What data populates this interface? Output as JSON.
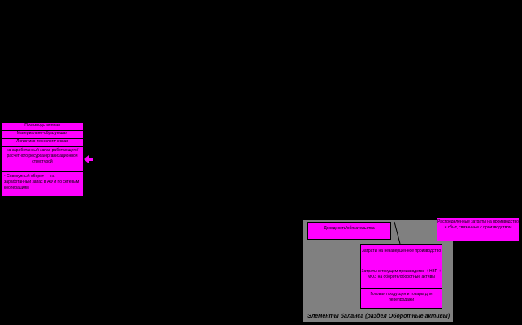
{
  "colors": {
    "background": "#000000",
    "box_fill": "#ff00ff",
    "panel_fill": "#808080",
    "arrow": "#ff00ff"
  },
  "left_stack": {
    "box1": "Производственная",
    "box2": "Материально-образующая",
    "box3": "Логистико-технологическая",
    "box4": "на заработанный запас работающего/расчетного ресурса/организационной структурой",
    "box5": "• Совокупный оборот — на заработанный запас в АФ и по сетевым кооперациям"
  },
  "arrow_icon": "arrow-left-icon",
  "gray_panel": {
    "top_box": "Доходность/обязательства",
    "stack": [
      "Затраты на незавершенное производство",
      "Затраты в текущем производстве + НЗП + МОЗ на обороте/оборотные активы",
      "Готовая продукция и товары для перепродажи"
    ],
    "caption": "Элементы баланса (раздел Оборотные активы)"
  },
  "right_note": "Распределенные затраты на производство и сбыт, связанные с производством"
}
